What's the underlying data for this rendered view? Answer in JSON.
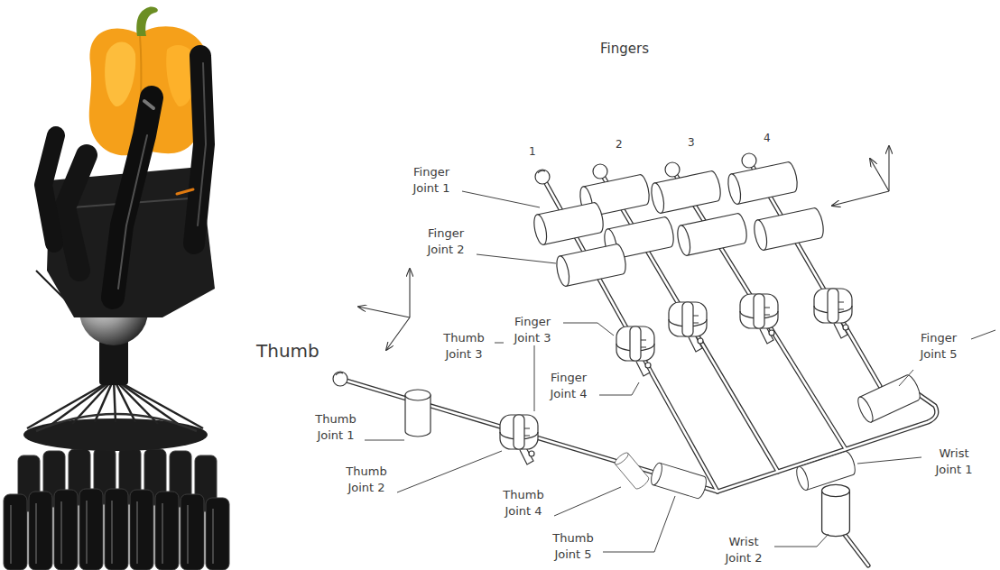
{
  "diagram": {
    "labels": [
      "Fingers",
      "1",
      "2",
      "3",
      "4",
      "Finger Joint 1",
      "Finger Joint 2",
      "Finger Joint 3",
      "Thumb Joint 3",
      "Finger Joint 4",
      "Finger Joint 5",
      "Thumb",
      "Thumb Joint 1",
      "Thumb Joint 2",
      "Thumb Joint 4",
      "Thumb Joint 5",
      "Wrist Joint 1",
      "Wrist Joint 2"
    ]
  }
}
